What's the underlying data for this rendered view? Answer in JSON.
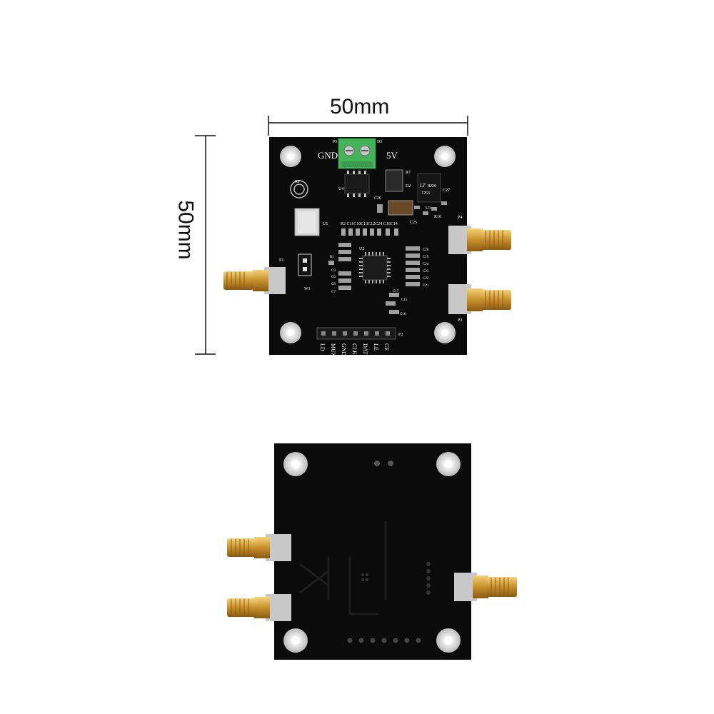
{
  "dimensions": {
    "width_label": "50mm",
    "height_label": "50mm"
  },
  "front_board": {
    "power_labels": {
      "gnd": "GND",
      "vcc": "5V"
    },
    "connector_ref": "P5",
    "header_ref": "P2",
    "header_pins": [
      "LD",
      "MUX",
      "GND",
      "CLK",
      "DAT",
      "LE",
      "CE"
    ],
    "ref_labels": {
      "u1": "U1",
      "u2": "U2",
      "u3": "U3",
      "u4": "U4",
      "p1": "P1",
      "p3": "P3",
      "p4": "P4",
      "w1": "W1",
      "d3": "D3",
      "r7": "R7",
      "r10": "R10",
      "d2": "D2",
      "c25": "C25",
      "c26": "C26",
      "c27": "C27"
    },
    "regulator_text": {
      "brand": "LT",
      "line1": "8220",
      "line2": "1763"
    },
    "rf_logo": "RF",
    "caps_row_top": "R2 C11C10C13C12C24 C16C14",
    "caps_right": [
      "C20",
      "C19",
      "C24",
      "C23",
      "C22",
      "C21",
      "C15",
      "C18",
      "C17"
    ],
    "caps_left": [
      "R1",
      "C6",
      "C8",
      "C7",
      "C9"
    ]
  },
  "colors": {
    "pcb": "#0a0a0a",
    "gold": "#d4a23a",
    "terminal": "#45b35a",
    "silk": "#ffffff",
    "pad": "#d9d9d9"
  }
}
